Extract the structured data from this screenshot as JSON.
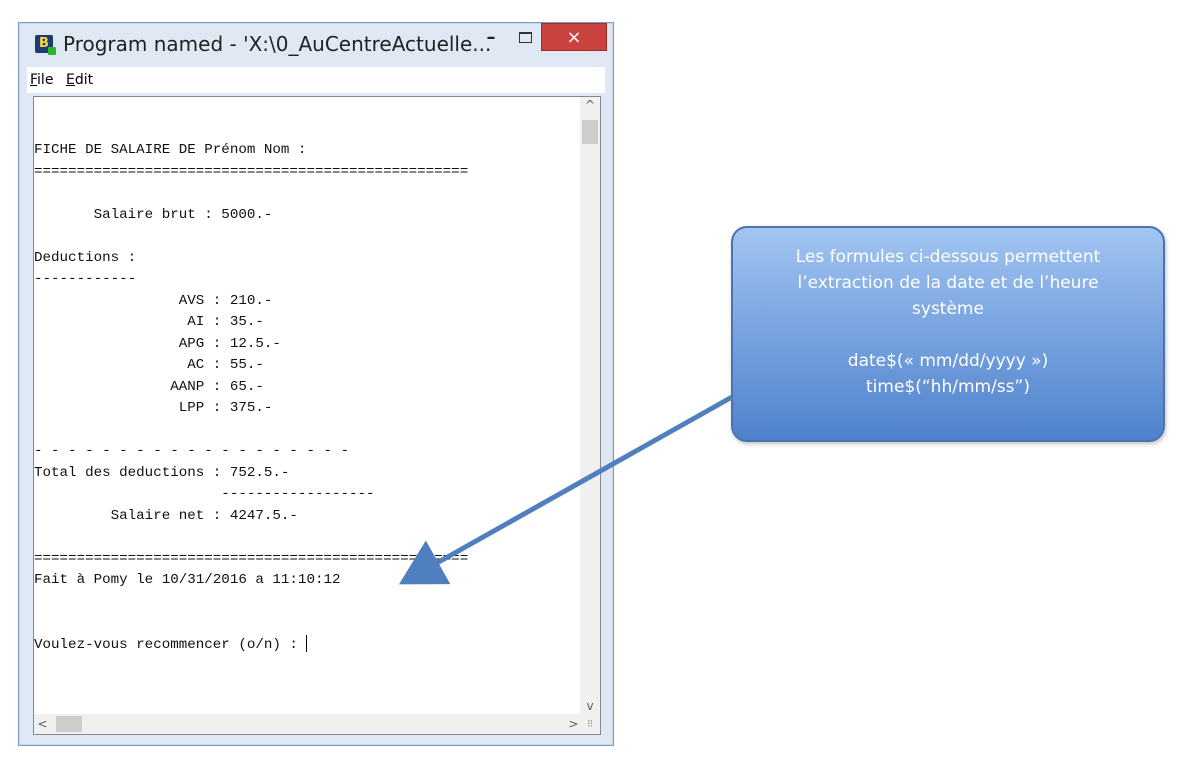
{
  "window": {
    "title": "Program named - 'X:\\0_AuCentreActuelle...",
    "app_icon_glyph": "B",
    "minimize_glyph": "–",
    "close_glyph": "×",
    "menu": [
      "File",
      "Edit"
    ]
  },
  "console": {
    "lines": [
      "",
      "",
      "FICHE DE SALAIRE DE Prénom Nom :",
      "===================================================",
      "",
      "       Salaire brut : 5000.-",
      "",
      "Deductions :",
      "------------",
      "                 AVS : 210.-",
      "                  AI : 35.-",
      "                 APG : 12.5.-",
      "                  AC : 55.-",
      "                AANP : 65.-",
      "                 LPP : 375.-",
      "",
      "- - - - - - - - - - - - - - - - - - -",
      "Total des deductions : 752.5.-",
      "                      ------------------",
      "         Salaire net : 4247.5.-",
      "",
      "===================================================",
      "Fait à Pomy le 10/31/2016 a 11:10:12",
      "",
      "",
      "Voulez-vous recommencer (o/n) : "
    ]
  },
  "scrollbar": {
    "up": "^",
    "down": "v",
    "left": "<",
    "right": ">",
    "grip": "⠿"
  },
  "callout": {
    "line1": "Les formules ci-dessous permettent",
    "line2": "l’extraction de la date et de l’heure",
    "line3": "système",
    "line4": "date$(« mm/dd/yyyy »)",
    "line5": "time$(“hh/mm/ss”)"
  },
  "colors": {
    "close_button": "#c9423d",
    "callout_top": "#a2c5f1",
    "callout_bottom": "#4f82cc",
    "arrow": "#4f7fbf"
  }
}
